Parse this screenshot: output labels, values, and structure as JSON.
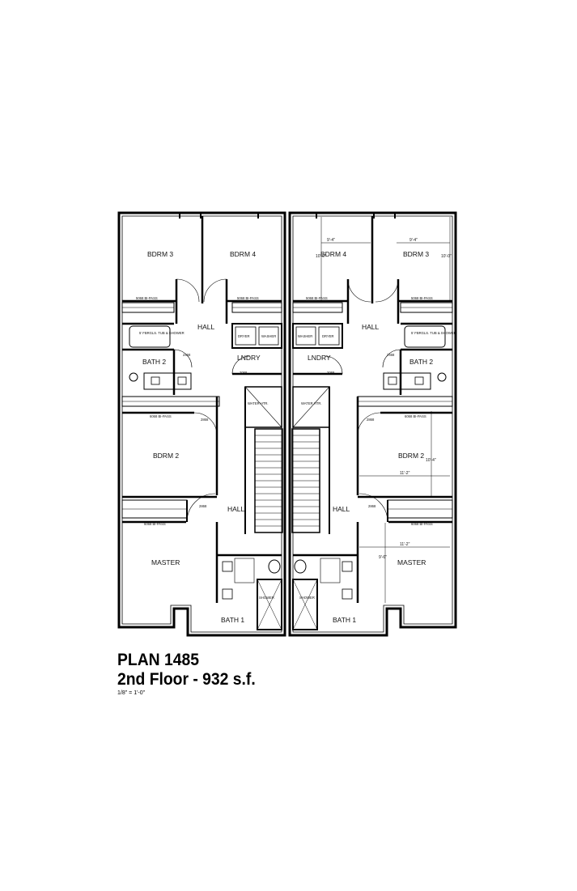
{
  "title": {
    "plan": "PLAN 1485",
    "floor": "2nd Floor - 932 s.f.",
    "scale": "1/8\" = 1'-0\""
  },
  "rooms_left": {
    "bdrm3": "BDRM 3",
    "bdrm4": "BDRM 4",
    "hall_top": "HALL",
    "lndry": "LNDRY",
    "bath2": "BATH 2",
    "bdrm2": "BDRM 2",
    "hall_mid": "HALL",
    "master": "MASTER",
    "bath1": "BATH 1"
  },
  "rooms_right": {
    "bdrm4": "BDRM 4",
    "bdrm3": "BDRM 3",
    "hall_top": "HALL",
    "lndry": "LNDRY",
    "bath2": "BATH 2",
    "bdrm2": "BDRM 2",
    "hall_mid": "HALL",
    "master": "MASTER",
    "bath1": "BATH 1"
  },
  "notes": {
    "bypass_5068": "5068 BI-PASS",
    "bypass_6068": "6068 BI-PASS",
    "door_2868": "2868",
    "door_2468": "2468",
    "door_2068": "2068",
    "tub": "5' FBRGLS. TUB & SHOWER",
    "dryer": "DRYER",
    "washer": "WASHER",
    "water_heater": "WATER HTR.",
    "shower": "SHOWER"
  },
  "dims": {
    "d_9_4": "9'-4\"",
    "d_10_0": "10'-0\"",
    "d_11_2": "11'-2\"",
    "d_10_4": "10'-4\"",
    "d_9_6": "9'-6\""
  }
}
